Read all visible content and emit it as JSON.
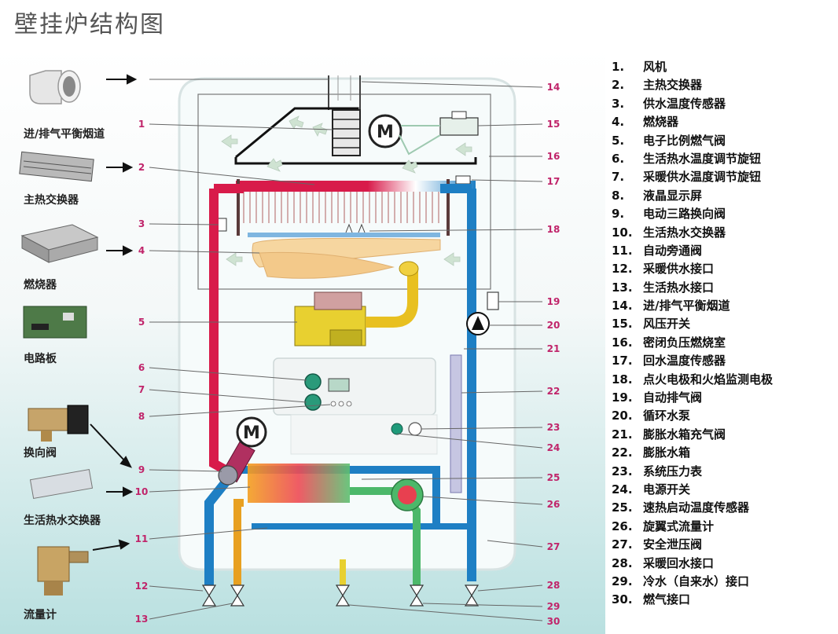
{
  "title": "壁挂炉结构图",
  "components": [
    {
      "id": "flue",
      "label": "进/排气平衡烟道"
    },
    {
      "id": "hex",
      "label": "主热交换器"
    },
    {
      "id": "burner",
      "label": "燃烧器"
    },
    {
      "id": "pcb",
      "label": "电路板"
    },
    {
      "id": "diverter",
      "label": "换向阀"
    },
    {
      "id": "dhw-hex",
      "label": "生活热水交换器"
    },
    {
      "id": "flowmeter",
      "label": "流量计"
    }
  ],
  "callout_numbers_left": [
    "1",
    "2",
    "3",
    "4",
    "5",
    "6",
    "7",
    "8",
    "9",
    "10",
    "11",
    "12",
    "13"
  ],
  "callout_numbers_right": [
    "14",
    "15",
    "16",
    "17",
    "18",
    "19",
    "20",
    "21",
    "22",
    "23",
    "24",
    "25",
    "26",
    "27",
    "28",
    "29",
    "30"
  ],
  "legend": [
    {
      "num": "1.",
      "text": "风机"
    },
    {
      "num": "2.",
      "text": "主热交换器"
    },
    {
      "num": "3.",
      "text": "供水温度传感器"
    },
    {
      "num": "4.",
      "text": "燃烧器"
    },
    {
      "num": "5.",
      "text": "电子比例燃气阀"
    },
    {
      "num": "6.",
      "text": "生活热水温度调节旋钮"
    },
    {
      "num": "7.",
      "text": "采暖供水温度调节旋钮"
    },
    {
      "num": "8.",
      "text": "液晶显示屏"
    },
    {
      "num": "9.",
      "text": "电动三路换向阀"
    },
    {
      "num": "10.",
      "text": "生活热水交换器"
    },
    {
      "num": "11.",
      "text": "自动旁通阀"
    },
    {
      "num": "12.",
      "text": "采暖供水接口"
    },
    {
      "num": "13.",
      "text": "生活热水接口"
    },
    {
      "num": "14.",
      "text": "进/排气平衡烟道"
    },
    {
      "num": "15.",
      "text": "风压开关"
    },
    {
      "num": "16.",
      "text": "密闭负压燃烧室"
    },
    {
      "num": "17.",
      "text": "回水温度传感器"
    },
    {
      "num": "18.",
      "text": "点火电极和火焰监测电极"
    },
    {
      "num": "19.",
      "text": "自动排气阀"
    },
    {
      "num": "20.",
      "text": "循环水泵"
    },
    {
      "num": "21.",
      "text": "膨胀水箱充气阀"
    },
    {
      "num": "22.",
      "text": "膨胀水箱"
    },
    {
      "num": "23.",
      "text": "系统压力表"
    },
    {
      "num": "24.",
      "text": "电源开关"
    },
    {
      "num": "25.",
      "text": "速热启动温度传感器"
    },
    {
      "num": "26.",
      "text": "旋翼式流量计"
    },
    {
      "num": "27.",
      "text": "安全泄压阀"
    },
    {
      "num": "28.",
      "text": "采暖回水接口"
    },
    {
      "num": "29.",
      "text": "冷水（自来水）接口"
    },
    {
      "num": "30.",
      "text": "燃气接口"
    }
  ],
  "motor_symbol": "M",
  "colors": {
    "hot": "#d81b4a",
    "cold": "#1e7fc4",
    "gas": "#e0c020",
    "dhw": "#e8a020",
    "coldwater": "#4cb86a",
    "callout": "#c0246a"
  }
}
